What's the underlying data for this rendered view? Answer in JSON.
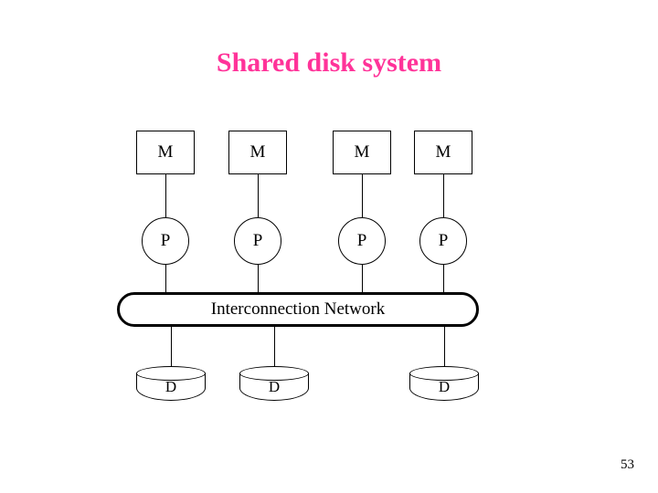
{
  "slide": {
    "title": "Shared disk system",
    "page_number": "53",
    "title_color": "#ff3399"
  },
  "diagram": {
    "memories": [
      {
        "label": "M"
      },
      {
        "label": "M"
      },
      {
        "label": "M"
      },
      {
        "label": "M"
      }
    ],
    "processors": [
      {
        "label": "P"
      },
      {
        "label": "P"
      },
      {
        "label": "P"
      },
      {
        "label": "P"
      }
    ],
    "network": {
      "label": "Interconnection Network"
    },
    "disks": [
      {
        "label": "D"
      },
      {
        "label": "D"
      },
      {
        "label": "D"
      }
    ]
  }
}
